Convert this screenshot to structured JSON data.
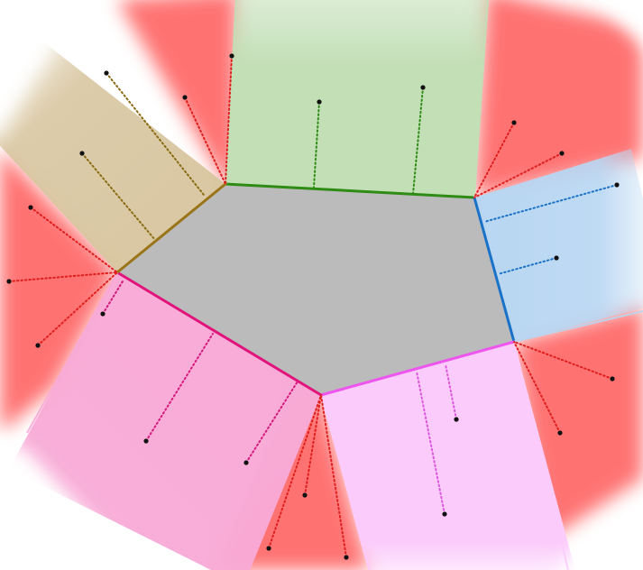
{
  "diagram": {
    "colors": {
      "background": "#ffffff",
      "polygon_fill": "#bbbbbb",
      "red_region": "#ff5a5a",
      "red_dotted": "#e01e1e",
      "point": "#111111"
    },
    "edges": [
      {
        "id": "olive",
        "stroke": "#9a7418",
        "fill": "#d8c6a0",
        "dot": "#8a6a10"
      },
      {
        "id": "green",
        "stroke": "#2e8b14",
        "fill": "#c2dfb6",
        "dot": "#2e8b14"
      },
      {
        "id": "blue",
        "stroke": "#1a72c8",
        "fill": "#b8d6f2",
        "dot": "#1a72c8"
      },
      {
        "id": "violet",
        "stroke": "#ee55ee",
        "fill": "#fbccfb",
        "dot": "#dd55dd"
      },
      {
        "id": "magenta",
        "stroke": "#e0147a",
        "fill": "#f8aad6",
        "dot": "#d4187e"
      }
    ]
  }
}
